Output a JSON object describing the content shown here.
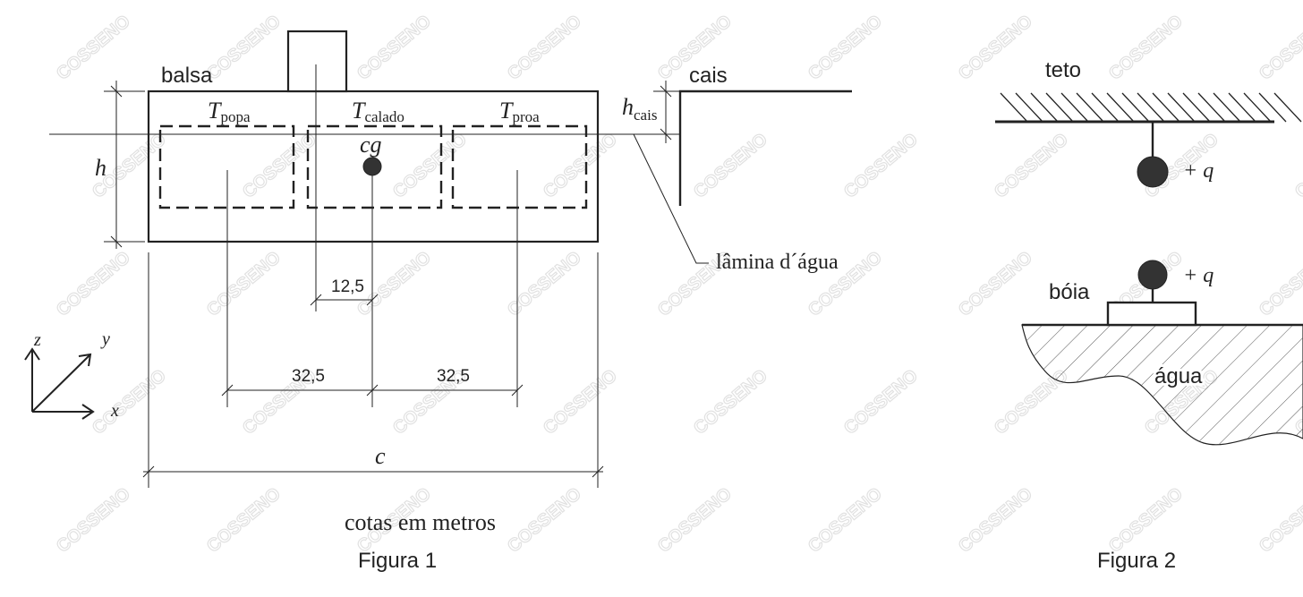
{
  "figure1": {
    "balsa_label": "balsa",
    "cais_label": "cais",
    "h_label": "h",
    "c_label": "c",
    "cg_label": "cg",
    "h_cais": {
      "base": "h",
      "sub": "cais"
    },
    "t_popa": {
      "base": "T",
      "sub": "popa"
    },
    "t_calado": {
      "base": "T",
      "sub": "calado"
    },
    "t_proa": {
      "base": "T",
      "sub": "proa"
    },
    "lamina_label": "lâmina d´água",
    "dim_12_5": "12,5",
    "dim_32_5_left": "32,5",
    "dim_32_5_right": "32,5",
    "axis_z": "z",
    "axis_y": "y",
    "axis_x": "x",
    "units_note": "cotas em metros",
    "caption": "Figura 1"
  },
  "figure2": {
    "teto_label": "teto",
    "q_top": "+ q",
    "boia_label": "bóia",
    "q_bottom": "+ q",
    "agua_label": "água",
    "caption": "Figura 2"
  },
  "watermark": {
    "text": "COSSENO"
  }
}
